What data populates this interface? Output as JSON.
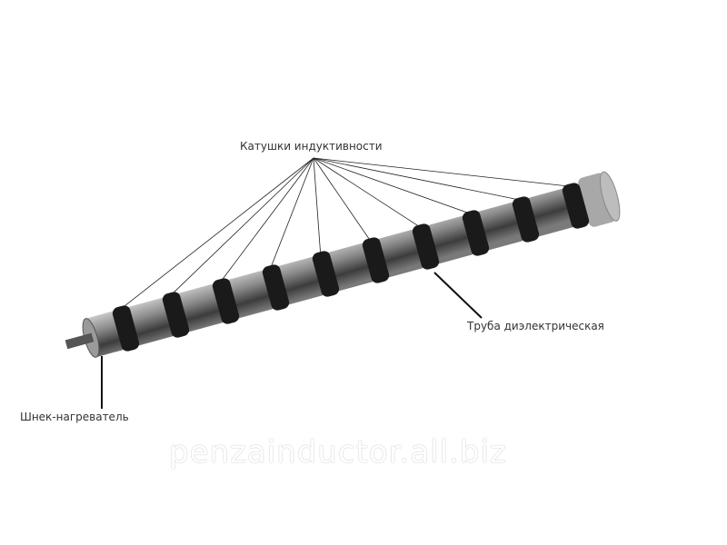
{
  "labels": {
    "coils": "Катушки индуктивности",
    "tube": "Труба диэлектрическая",
    "auger": "Шнек-нагреватель"
  },
  "watermark": "penzainductor.all.biz",
  "colors": {
    "coil": "#1a1a1a",
    "tube": "#6b6b6b",
    "line": "#222222"
  },
  "coil_count": 10
}
